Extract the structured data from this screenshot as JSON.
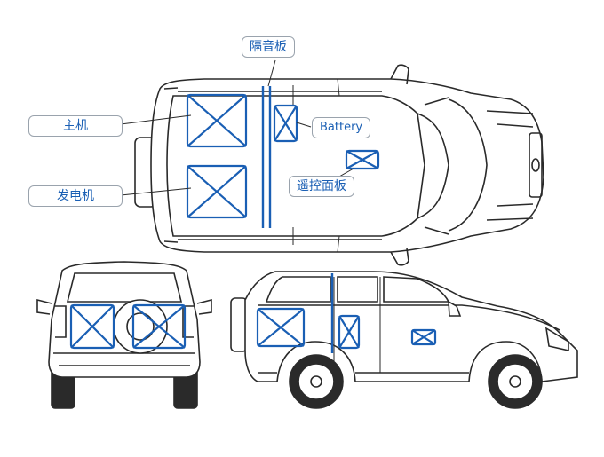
{
  "labels": {
    "partition": "隔音板",
    "host": "主机",
    "battery": "Battery",
    "generator": "发电机",
    "remote_panel": "遥控面板"
  },
  "colors": {
    "outline": "#2a2a2a",
    "highlight": "#1a5fb4",
    "label_border": "#9aa3ad",
    "background": "#ffffff"
  }
}
